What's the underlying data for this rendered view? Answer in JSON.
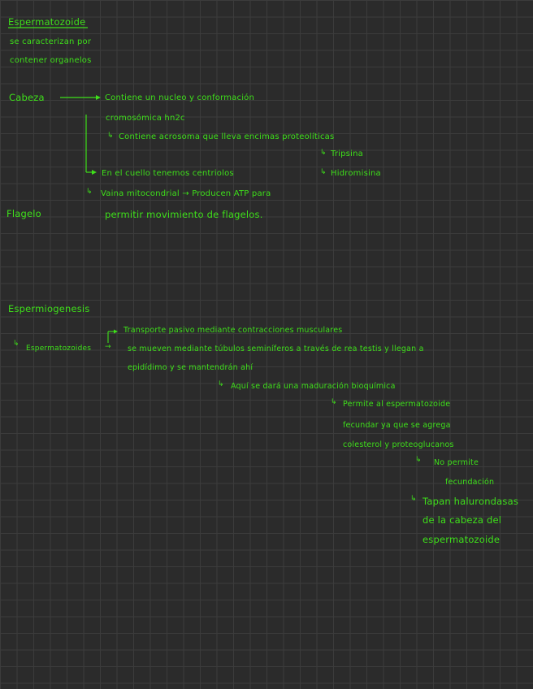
{
  "notes": {
    "title": "Espermatozoide",
    "intro_1": "se caracterizan por",
    "intro_2": "contener organelos",
    "cabeza": "Cabeza",
    "cabeza_desc_1": "Contiene un nucleo y conformación",
    "cabeza_desc_2": "cromosómica hn2c",
    "acrosoma": "Contiene acrosoma que lleva encimas proteolíticas",
    "tripsina": "Tripsina",
    "hidromisina": "Hidromisina",
    "cuello": "En el cuello tenemos centriolos",
    "vaina": "Vaina mitocondrial → Producen ATP para",
    "vaina_2": "permitir movimiento de flagelos.",
    "flagelo": "Flagelo",
    "espermiogenesis": "Espermiogenesis",
    "espermatozoides": "Espermatozoides",
    "transporte": "Transporte pasivo mediante contracciones musculares",
    "mueven": "se mueven mediante túbulos seminíferos a través de rea testis y llegan a",
    "epididimo": "epidídimo y se mantendrán ahí",
    "maduracion": "Aquí se dará una maduración bioquímica",
    "permite_1": "Permite al espermatozoide",
    "permite_2": "fecundar ya que se agrega",
    "permite_3": "colesterol y proteoglucanos",
    "no_permite_1": "No permite",
    "no_permite_2": "fecundación",
    "tapan_1": "Tapan halurondasas",
    "tapan_2": "de la cabeza del",
    "tapan_3": "espermatozoide"
  },
  "colors": {
    "background": "#2b2b2b",
    "grid": "#3c3c3c",
    "ink": "#3ee01a"
  }
}
